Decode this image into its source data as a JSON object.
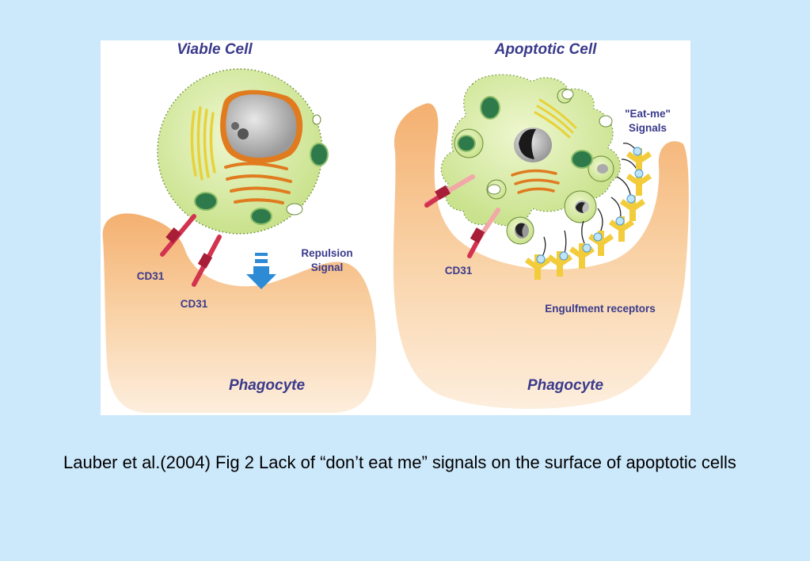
{
  "diagram": {
    "left_title": "Viable Cell",
    "right_title": "Apoptotic Cell",
    "left_phagocyte": "Phagocyte",
    "right_phagocyte": "Phagocyte",
    "cd31_a": "CD31",
    "cd31_b": "CD31",
    "cd31_c": "CD31",
    "repulsion_line1": "Repulsion",
    "repulsion_line2": "Signal",
    "eatme_line1": "\"Eat-me\"",
    "eatme_line2": "Signals",
    "engulfment": "Engulfment receptors"
  },
  "caption": "Lauber et al.(2004)  Fig 2  Lack of “don’t eat me” signals  on the surface of apoptotic cells",
  "colors": {
    "background": "#cce8fb",
    "phagocyte": "#f8c896",
    "cell": "#d6eba4",
    "label": "#3a3a8c",
    "cd31": "#d2334f",
    "receptor": "#f2cc3a"
  }
}
